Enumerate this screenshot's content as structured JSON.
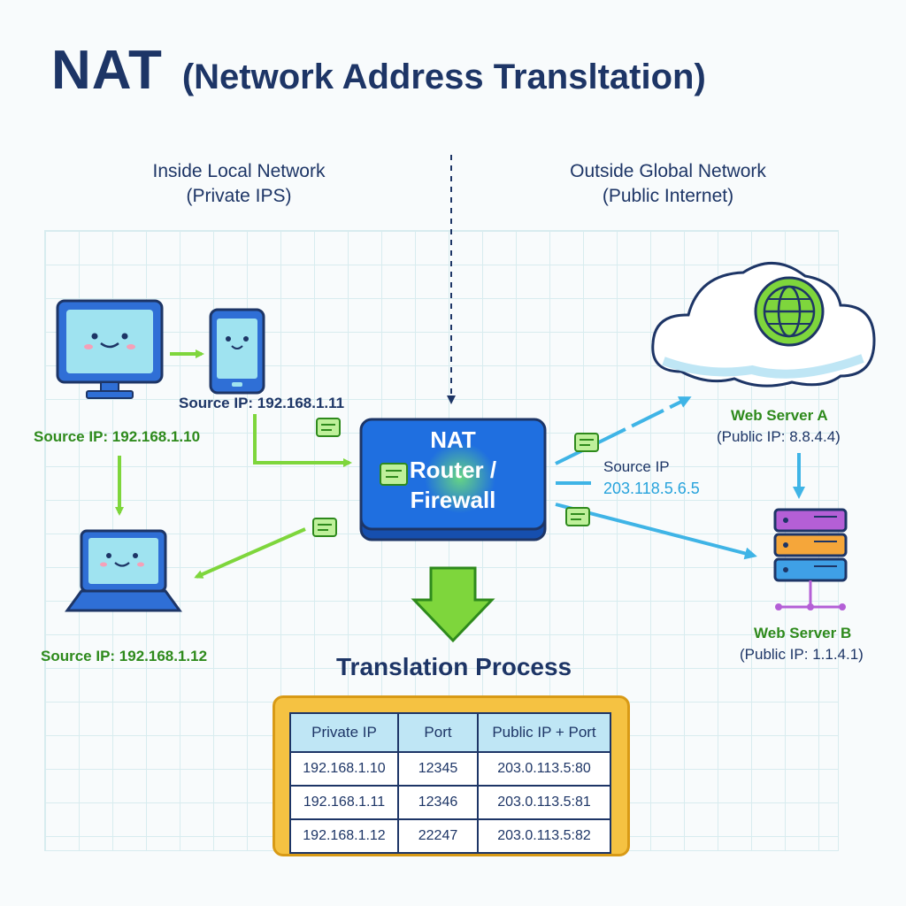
{
  "title": {
    "main": "NAT",
    "sub": "(Network Address Transltation)"
  },
  "inside": {
    "line1": "Inside Local Network",
    "line2": "(Private IPS)"
  },
  "outside": {
    "line1": "Outside Global Network",
    "line2": "(Public Internet)"
  },
  "devices": {
    "desktop_source": "Source IP: 192.168.1.10",
    "phone_source": "Source IP: 192.168.1.11",
    "laptop_source": "Source IP: 192.168.1.12"
  },
  "router": {
    "line1": "NAT",
    "line2": "Router /",
    "line3": "Firewall"
  },
  "translated": {
    "label": "Source IP",
    "value": "203.118.5.6.5"
  },
  "server_a": {
    "name": "Web Server A",
    "ip": "(Public IP: 8.8.4.4)"
  },
  "server_b": {
    "name": "Web Server B",
    "ip": "(Public IP: 1.1.4.1)"
  },
  "process_title": "Translation Process",
  "table": {
    "headers": [
      "Private IP",
      "Port",
      "Public IP + Port"
    ],
    "rows": [
      [
        "192.168.1.10",
        "12345",
        "203.0.113.5:80"
      ],
      [
        "192.168.1.11",
        "12346",
        "203.0.113.5:81"
      ],
      [
        "192.168.1.12",
        "22247",
        "203.0.113.5:82"
      ]
    ]
  },
  "colors": {
    "navy": "#1d3566",
    "green": "#7ed63c",
    "blue": "#3fb4e6",
    "router": "#1f6fe0",
    "table_frame": "#f5c242"
  },
  "icons": [
    "desktop-icon",
    "phone-icon",
    "laptop-icon",
    "cloud-icon",
    "globe-icon",
    "server-icon",
    "packet-icon"
  ]
}
